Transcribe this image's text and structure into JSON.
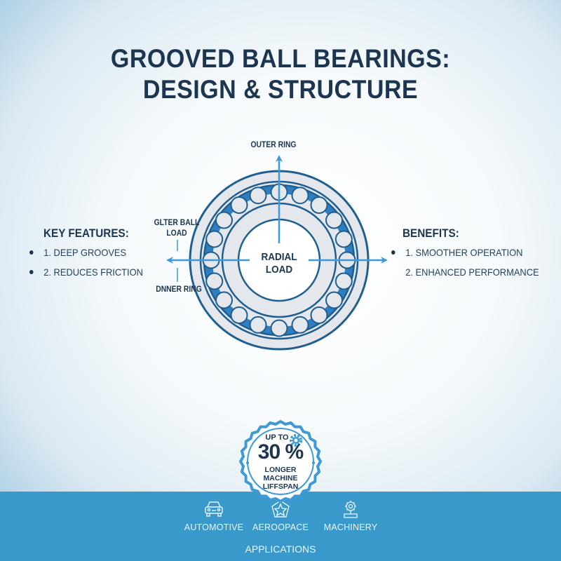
{
  "title": {
    "line1": "GROOVED BALL BEARINGS:",
    "line2": "DESIGN & STRUCTURE"
  },
  "diagram": {
    "labels": {
      "outer_ring": "OUTER RING",
      "glter_ball_load_1": "GLTER BALL",
      "glter_ball_load_2": "LOAD",
      "inner_ring": "DNNER RING",
      "radial_1": "RADIAL",
      "radial_2": "LOAD"
    },
    "colors": {
      "ring_stroke": "#1f5e8f",
      "cage_fill": "#2f7fc0",
      "ring_fill": "#e3e7eb",
      "arrow": "#3d9ad6"
    },
    "ball_count": 20
  },
  "key_features": {
    "heading": "KEY FEATURES:",
    "items": [
      "1. DEEP GROOVES",
      "2. REDUCES FRICTION"
    ]
  },
  "benefits": {
    "heading": "BENEFITS:",
    "items": [
      "1. SMOOTHER OPERATION",
      "2. ENHANCED PERFORMANCE"
    ]
  },
  "badge": {
    "prefix": "UP TO",
    "value": "30 %",
    "line1": "LONGER",
    "line2": "MACHINE",
    "line3": "LIFFSPAN",
    "color": "#3d9ad6"
  },
  "footer": {
    "background": "#3a99cb",
    "applications": [
      {
        "name": "AUTOMOTIVE",
        "icon": "car-icon"
      },
      {
        "name": "AEROOPACE",
        "icon": "star-badge-icon"
      },
      {
        "name": "MACHINERY",
        "icon": "gear-machine-icon"
      }
    ],
    "title": "APPLICATIONS"
  }
}
